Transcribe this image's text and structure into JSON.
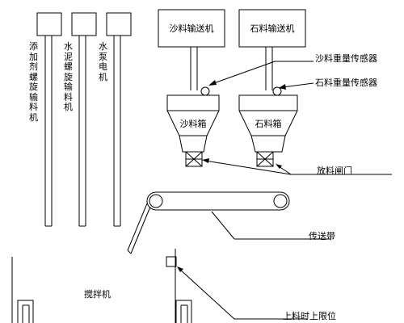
{
  "machines": {
    "additive_screw_conveyor": "添加剂螺旋输料机",
    "cement_screw_conveyor": "水泥螺旋输料机",
    "water_pump": "水泵电机",
    "sand_conveyor": "沙料输送机",
    "stone_conveyor": "石料输送机",
    "mixer": "搅拌机"
  },
  "bins": {
    "sand_bin": "沙料箱",
    "stone_bin": "石料箱"
  },
  "callouts": {
    "sand_weight_sensor": "沙料重量传感器",
    "stone_weight_sensor": "石料重量传感器",
    "discharge_gate": "放料闸门",
    "conveyor_belt": "传送带",
    "upper_limit": "上料时上限位"
  }
}
